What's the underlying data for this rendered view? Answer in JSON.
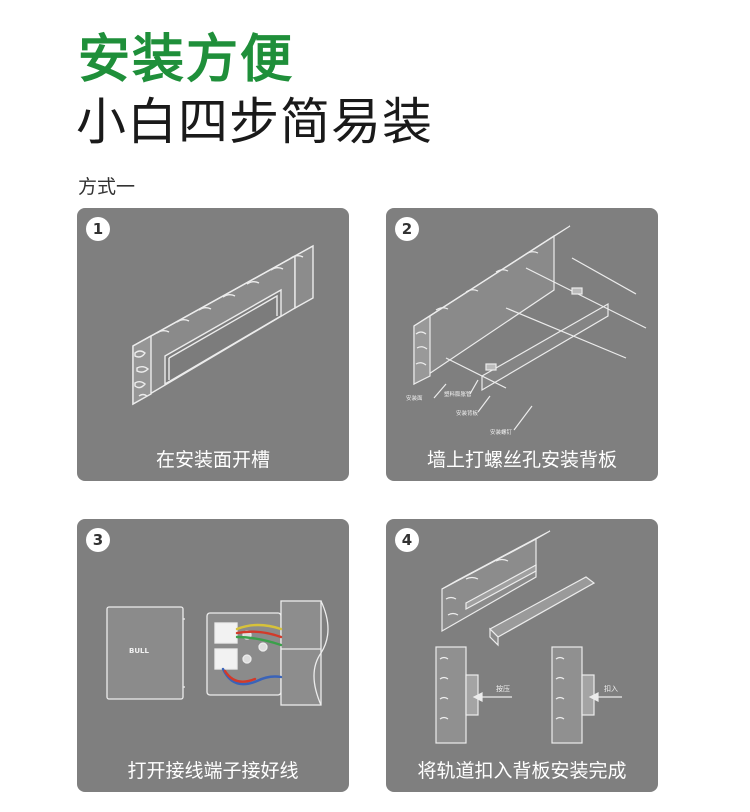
{
  "header": {
    "title": "安装方便",
    "subtitle": "小白四步简易装",
    "title_color": "#1f8f3a"
  },
  "method_label": "方式一",
  "steps": [
    {
      "number": "1",
      "caption": "在安装面开槽"
    },
    {
      "number": "2",
      "caption": "墙上打螺丝孔安装背板",
      "labels": {
        "surface": "安装面",
        "anchor": "塑料膨胀管",
        "backplate": "安装背板",
        "screw": "安装螺钉"
      }
    },
    {
      "number": "3",
      "caption": "打开接线端子接好线",
      "logo": "BULL"
    },
    {
      "number": "4",
      "caption": "将轨道扣入背板安装完成",
      "labels": {
        "press": "按压",
        "snap": "扣入"
      }
    }
  ],
  "colors": {
    "card_bg": "#7f7f7f",
    "line": "#e8e8e8",
    "wire_red": "#d23a2a",
    "wire_yellow": "#d7c23a",
    "wire_blue": "#3a63b8",
    "wire_green": "#3aa04a"
  }
}
